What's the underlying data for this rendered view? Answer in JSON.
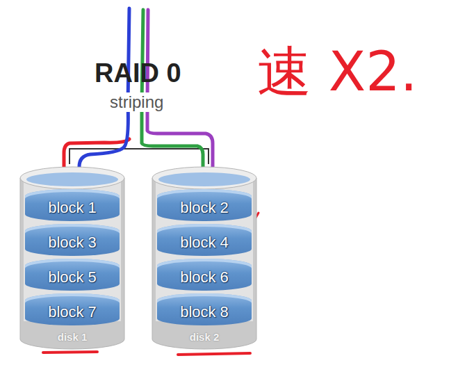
{
  "diagram": {
    "title": "RAID 0",
    "nodes": [
      {
        "text": [
          "disk 1"
        ]
      },
      {
        "text": [
          "block 1"
        ],
        "in": 0
      },
      {
        "text": [
          "block 3"
        ],
        "in": 0
      },
      {
        "text": [
          "block 5"
        ],
        "in": 0
      },
      {
        "text": [
          "block 7"
        ],
        "in": 0
      },
      {
        "text": [
          "disk 2"
        ]
      },
      {
        "text": [
          "block 2"
        ],
        "in": 5
      },
      {
        "text": [
          "block 4"
        ],
        "in": 5
      },
      {
        "text": [
          "block 6"
        ],
        "in": 5
      },
      {
        "text": [
          "block 8"
        ],
        "in": 5
      }
    ],
    "labels": [
      "striping",
      "速 X2."
    ]
  }
}
